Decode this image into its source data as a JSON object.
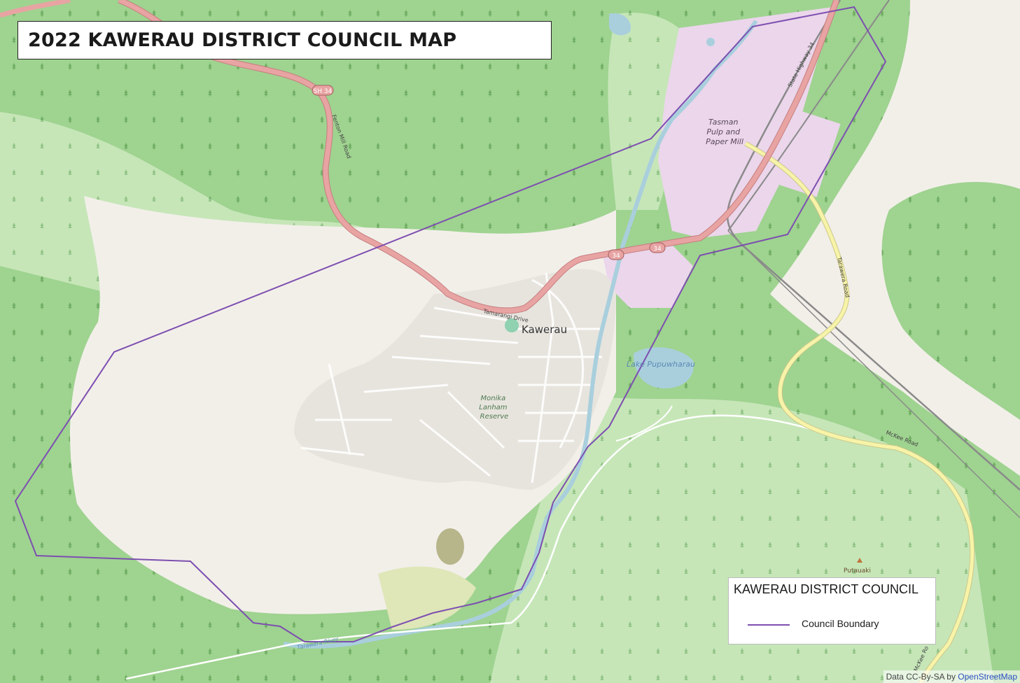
{
  "title": "2022 KAWERAU DISTRICT COUNCIL MAP",
  "legend": {
    "title": "KAWERAU DISTRICT COUNCIL",
    "items": [
      {
        "label": "Council Boundary",
        "color": "#7d4fb0"
      }
    ]
  },
  "map_labels": {
    "town": "Kawerau",
    "mill": [
      "Tasman",
      "Pulp and",
      "Paper Mill"
    ],
    "lake": "Lake Pupuwharau",
    "reserve": [
      "Monika",
      "Lanham",
      "Reserve"
    ],
    "peak": "Putauaki",
    "shield_sh34": "SH 34",
    "shield_34": "34",
    "road_tamarangi": "Tamarangi Drive",
    "road_tarawera": "Tarawera Road",
    "road_mckee": "McKee Road",
    "road_mckee_2": "McKee Ro",
    "road_state_highway": "State Highway 34",
    "road_fenton_mill": "Fenton Mill Road",
    "river_tarawera": "Tarawera River"
  },
  "attribution": {
    "text": "Data CC-By-SA by ",
    "link": "OpenStreetMap"
  },
  "colors": {
    "forest": "#9fd390",
    "forest_dark": "#88c77b",
    "scrub": "#c6e6b8",
    "land": "#f2efe9",
    "industrial": "#ebd6eb",
    "residential": "#dcdcdc",
    "primary_road": "#e39b9b",
    "secondary_road": "#f7f3a8",
    "water": "#a9cfdd",
    "boundary": "#7d4fb0"
  }
}
